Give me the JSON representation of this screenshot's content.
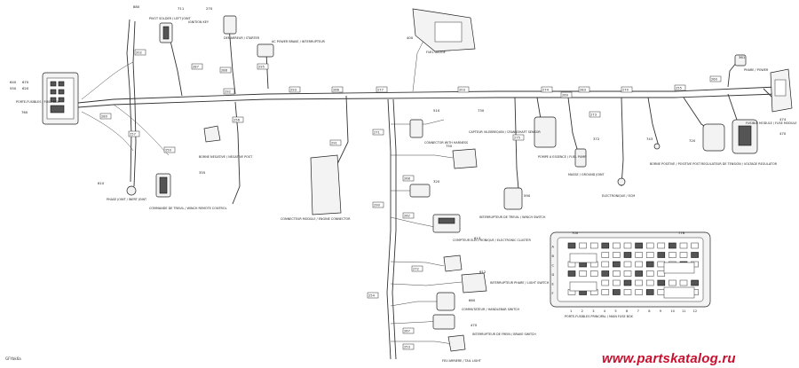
{
  "diagram": {
    "watermark": "www.partskatalog.ru",
    "drawing_code": "GFYbk6a",
    "callouts": {
      "c1": "280",
      "c2": "202",
      "c3": "257",
      "c4": "250",
      "c5": "287",
      "c6": "288",
      "c7": "292",
      "c8": "256",
      "c9": "295",
      "c10": "293",
      "c11": "266",
      "c12": "277",
      "c13": "203",
      "c14": "274",
      "c15": "283",
      "c16": "270",
      "c17": "255",
      "c18": "260",
      "c19": "271",
      "c20": "290",
      "c21": "262",
      "c22": "272",
      "c23": "254",
      "c24": "267",
      "c25": "275",
      "c26": "273",
      "c27": "269",
      "c28": "291",
      "c29": "268",
      "c30": "253"
    },
    "fuse_rows": [
      "A",
      "B",
      "C",
      "D",
      "E",
      "F"
    ],
    "fuse_cols": [
      "1",
      "2",
      "3",
      "4",
      "5",
      "6",
      "7",
      "8",
      "9",
      "10",
      "11",
      "12"
    ],
    "labels": {
      "fuse_box": "PORTE-FUSIBLES / FUSE BOX",
      "left_joint": "PIVOT SOLDER / LEFT JOINT",
      "ignition_key": "IGNITION KEY",
      "starter": "DEMARREUR / STARTER",
      "ac_power_brake": "AC POWER BRAKE / INTERRUPTEUR",
      "fuel_gauge": "FUEL GAUGE",
      "power_relay": "PHARE / POWER",
      "inert_joint": "PHASE JOINT / INERT JOINT",
      "winch_control": "COMMANDE DE TREUIL / WINCH REMOTE CONTROL",
      "negative_post": "BORNE NEGATIVE / NEGATIVE POST",
      "connector_module": "CONNECTEUR MODULE / ENGINE CONNECTOR",
      "winch_harness": "CONNECTOR WITH HARNESS",
      "crank_sensor": "CAPTEUR VILEBREQUIN / CRANKSHAFT SENSOR",
      "fuel_pump": "POMPE A ESSENCE / FUEL PUMP",
      "ground_joint": "MASSE / GROUND JOINT",
      "ecm": "ELECTRONIQUE / ECM",
      "electronic_cluster": "COMPTEUR ELECTRONIQUE / ELECTRONIC CLUSTER",
      "rear_switch": "INTERRUPTEUR DE TREUIL / WINCH SWITCH",
      "voltage_regulator": "REGULATEUR DE TENSION / VOLTAGE REGULATOR",
      "positive_post": "BORNE POSITIVE / POSITIVE POST",
      "fuse_module": "FUSIBLE MODULE / FUSE MODULE",
      "light_switch": "INTERRUPTEUR PHARE / LIGHT SWITCH",
      "throttle_handle": "COMMUTATEUR / HANDLEBAR SWITCH",
      "brake_switch": "INTERRUPTEUR DE FREIN / BRAKE SWITCH",
      "rear_light": "FEU ARRIERE / TAIL LIGHT",
      "fuse_box_main": "PORTE-FUSIBLES PRINCIPAL / MAIN FUSE BOX"
    },
    "part_numbers": {
      "p1": "640",
      "p2": "670",
      "p3": "550",
      "p4": "620",
      "p5": "760",
      "p6": "880",
      "p7": "711",
      "p8": "270",
      "p9": "400",
      "p10": "510",
      "p11": "730",
      "p12": "750",
      "p13": "320",
      "p14": "590",
      "p15": "613",
      "p16": "612",
      "p17": "660",
      "p18": "470",
      "p19": "355",
      "p20": "610",
      "p21": "700",
      "p22": "776",
      "p23": "743",
      "p24": "720",
      "p25": "372",
      "p26": "470",
      "p27": "474",
      "p28": "361"
    }
  }
}
